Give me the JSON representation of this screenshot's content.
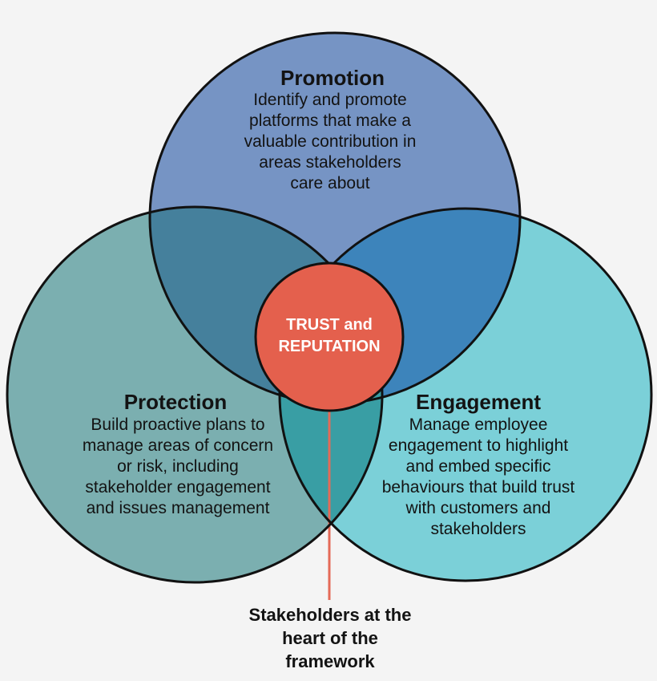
{
  "colors": {
    "background": "#f4f4f4",
    "outline": "#111111",
    "promotion_fill": "#7694c4",
    "protection_fill": "#7bafb0",
    "engagement_fill": "#7bd0d8",
    "promotion_protection_overlap": "#45809c",
    "promotion_engagement_overlap": "#3d84bb",
    "protection_engagement_overlap": "#399ea4",
    "center_fill": "#e4604d",
    "center_text": "#ffffff",
    "connector_line": "#e56a57",
    "text": "#131313"
  },
  "venn": {
    "promotion": {
      "title": "Promotion",
      "description_lines": [
        "Identify and promote",
        "platforms that make a",
        "valuable contribution in",
        "areas stakeholders",
        "care about"
      ]
    },
    "protection": {
      "title": "Protection",
      "description_lines": [
        "Build proactive plans to",
        "manage areas of concern",
        "or risk, including",
        "stakeholder engagement",
        "and issues management"
      ]
    },
    "engagement": {
      "title": "Engagement",
      "description_lines": [
        "Manage employee",
        "engagement to highlight",
        "and embed specific",
        "behaviours that build trust",
        "with customers and",
        "stakeholders"
      ]
    },
    "center": {
      "label_lines": [
        "TRUST and",
        "REPUTATION"
      ]
    },
    "callout": {
      "lines": [
        "Stakeholders at the",
        "heart of the",
        "framework"
      ]
    }
  }
}
